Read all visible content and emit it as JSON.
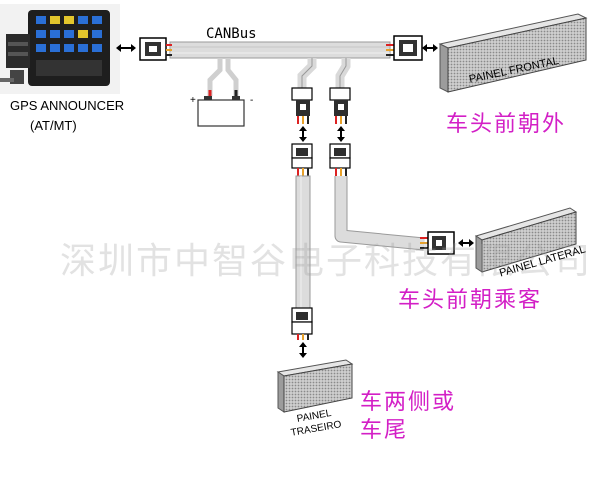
{
  "device": {
    "name_line1": "GPS ANNOUNCER",
    "name_line2": "(AT/MT)"
  },
  "bus": {
    "label": "CANBus"
  },
  "battery": {
    "plus": "+",
    "minus": "-"
  },
  "panels": {
    "front": {
      "label": "PAINEL FRONTAL",
      "caption_cn": "车头前朝外"
    },
    "lateral": {
      "label": "PAINEL LATERAL",
      "caption_cn": "车头前朝乘客"
    },
    "rear": {
      "label_line1": "PAINEL",
      "label_line2": "TRASEIRO",
      "caption_cn_line1": "车两侧或",
      "caption_cn_line2": "车尾"
    }
  },
  "watermark": {
    "text": "深圳市中智谷电子科技有限公司"
  },
  "colors": {
    "caption_magenta": "#d31fc6",
    "cable_gray": "#d9d9d9",
    "panel_gray": "#bdbdbd",
    "device_dark": "#1e1e1e",
    "device_button_blue": "#2a6fd6",
    "device_button_yellow": "#e2c52c"
  }
}
